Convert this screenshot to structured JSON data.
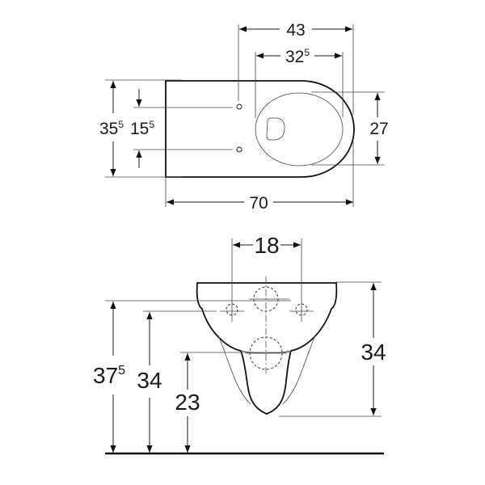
{
  "top_view": {
    "dim_width_overall": "43",
    "dim_seat_width": {
      "main": "32",
      "sup": "5"
    },
    "dim_depth_total": {
      "main": "35",
      "sup": "5"
    },
    "dim_fixing_spacing": {
      "main": "15",
      "sup": "5"
    },
    "dim_seat_depth": "27",
    "dim_length": "70"
  },
  "front_view": {
    "dim_fixing_distance": "18",
    "dim_rim_height": {
      "main": "37",
      "sup": "5"
    },
    "dim_fixing_height": "34",
    "dim_outlet_height": "23",
    "dim_bowl_height": "34"
  }
}
